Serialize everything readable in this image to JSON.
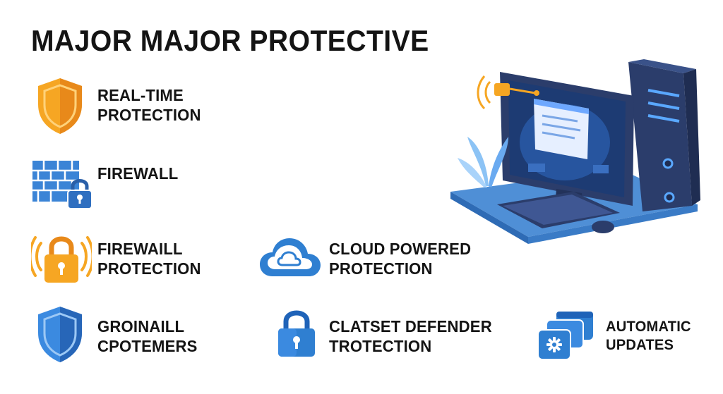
{
  "title": "MAJOR MAJOR PROTECTIVE",
  "features": [
    {
      "id": "real-time",
      "line1": "REAL-TIME",
      "line2": "PROTECTION",
      "icon": "shield-icon",
      "color": "#f29a1e"
    },
    {
      "id": "firewall",
      "line1": "FIREWALL",
      "line2": "",
      "icon": "brick-wall-lock-icon",
      "color": "#3b84d6"
    },
    {
      "id": "firewaill",
      "line1": "FIREWAILL",
      "line2": "PROTECTION",
      "icon": "lock-broadcast-icon",
      "color": "#f29a1e"
    },
    {
      "id": "cloud",
      "line1": "CLOUD POWERED",
      "line2": "PROTECTION",
      "icon": "cloud-icon",
      "color": "#2f7fd1"
    },
    {
      "id": "groinaill",
      "line1": "GROINAILL",
      "line2": "CPOTEMERS",
      "icon": "shield-icon",
      "color": "#2f7fd1"
    },
    {
      "id": "clatset",
      "line1": "CLATSET DEFENDER",
      "line2": "TROTECTION",
      "icon": "lock-icon",
      "color": "#2f7fd1"
    },
    {
      "id": "updates",
      "line1": "AUTOMATIC",
      "line2": "UPDATES",
      "icon": "update-windows-icon",
      "color": "#2f7fd1"
    }
  ],
  "illustration": {
    "icon": "desktop-computer-icon",
    "accent": "#2f7fd1",
    "dark": "#1f2f55"
  }
}
